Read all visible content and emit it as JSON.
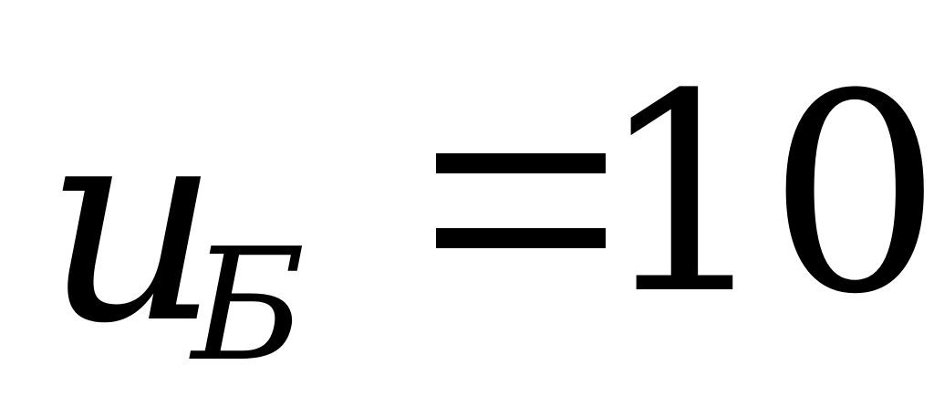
{
  "formula": {
    "variable": "u",
    "subscript": "Б",
    "operator": "=",
    "value": "10"
  }
}
